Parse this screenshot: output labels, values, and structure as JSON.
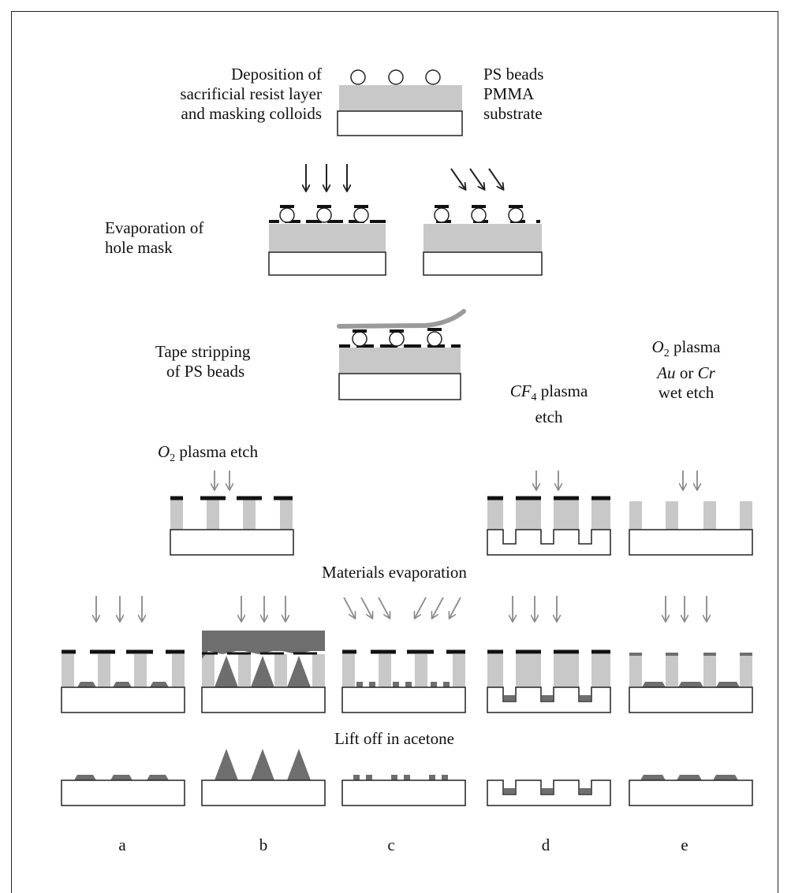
{
  "title": "",
  "step1": {
    "label_l1": "Deposition of",
    "label_l2": "sacrificial resist layer",
    "label_l3": "and masking colloids",
    "legend_l1": "PS beads",
    "legend_l2": "PMMA",
    "legend_l3": "substrate"
  },
  "step2": {
    "label_l1": "Evaporation of",
    "label_l2": "hole mask"
  },
  "step3": {
    "label_l1": "Tape stripping",
    "label_l2": "of PS beads"
  },
  "step4": {
    "o2_prefix": "O",
    "o2_sub": "2",
    "o2_suffix": " plasma etch",
    "cf4_prefix": "CF",
    "cf4_sub": "4",
    "cf4_suffix": " plasma",
    "cf4_l2": "etch",
    "wet_prefix": "O",
    "wet_sub": "2",
    "wet_suffix": " plasma",
    "wet_au": "Au",
    "wet_or": " or ",
    "wet_cr": "Cr",
    "wet_l3": "wet etch"
  },
  "step5": {
    "label": "Materials evaporation"
  },
  "step6": {
    "label": "Lift off in acetone"
  },
  "columns": [
    "a",
    "b",
    "c",
    "d",
    "e"
  ],
  "colors": {
    "line": "#222222",
    "resist": "#c8c8c8",
    "material": "#6e6e6e",
    "mask": "#1a1a1a",
    "arrow_gray": "#888888"
  }
}
